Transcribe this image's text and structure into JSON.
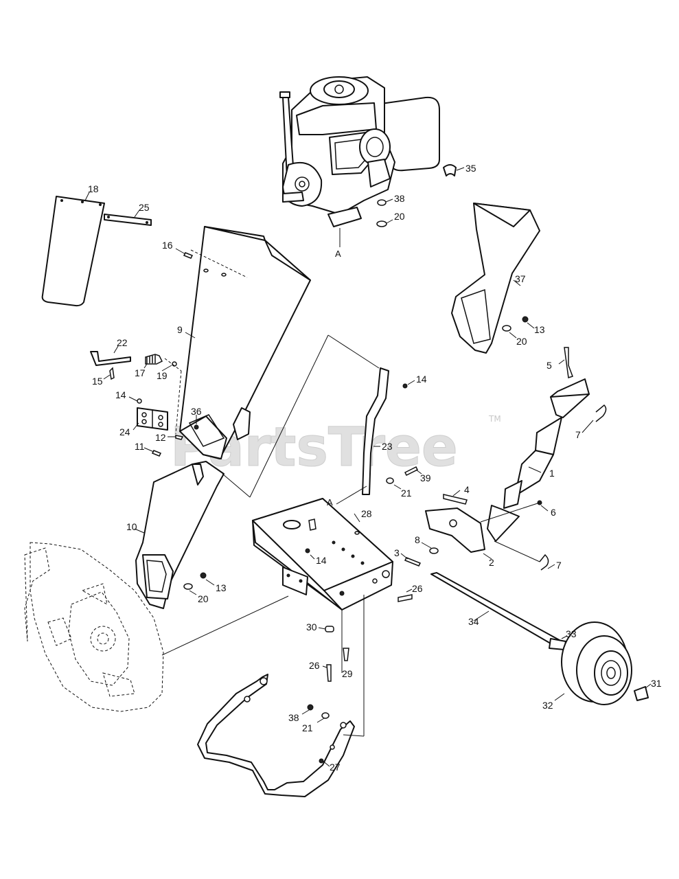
{
  "watermark": {
    "text": "PartsTree",
    "mark": "TM"
  },
  "callouts": [
    {
      "id": "c18",
      "text": "18"
    },
    {
      "id": "c25",
      "text": "25"
    },
    {
      "id": "c16",
      "text": "16"
    },
    {
      "id": "c9",
      "text": "9"
    },
    {
      "id": "c22",
      "text": "22"
    },
    {
      "id": "c15",
      "text": "15"
    },
    {
      "id": "c17",
      "text": "17"
    },
    {
      "id": "c19",
      "text": "19"
    },
    {
      "id": "c14a",
      "text": "14"
    },
    {
      "id": "c24",
      "text": "24"
    },
    {
      "id": "c36",
      "text": "36"
    },
    {
      "id": "c12",
      "text": "12"
    },
    {
      "id": "c11",
      "text": "11"
    },
    {
      "id": "c10",
      "text": "10"
    },
    {
      "id": "c13a",
      "text": "13"
    },
    {
      "id": "c20a",
      "text": "20"
    },
    {
      "id": "cA1",
      "text": "A"
    },
    {
      "id": "c38a",
      "text": "38"
    },
    {
      "id": "c20b",
      "text": "20"
    },
    {
      "id": "c35",
      "text": "35"
    },
    {
      "id": "c37",
      "text": "37"
    },
    {
      "id": "c13b",
      "text": "13"
    },
    {
      "id": "c20c",
      "text": "20"
    },
    {
      "id": "c5",
      "text": "5"
    },
    {
      "id": "c7a",
      "text": "7"
    },
    {
      "id": "c1",
      "text": "1"
    },
    {
      "id": "c14b",
      "text": "14"
    },
    {
      "id": "c23",
      "text": "23"
    },
    {
      "id": "c39",
      "text": "39"
    },
    {
      "id": "c21a",
      "text": "21"
    },
    {
      "id": "cA2",
      "text": "A"
    },
    {
      "id": "c4",
      "text": "4"
    },
    {
      "id": "c6",
      "text": "6"
    },
    {
      "id": "c28",
      "text": "28"
    },
    {
      "id": "c8",
      "text": "8"
    },
    {
      "id": "c3",
      "text": "3"
    },
    {
      "id": "c2",
      "text": "2"
    },
    {
      "id": "c7b",
      "text": "7"
    },
    {
      "id": "c14c",
      "text": "14"
    },
    {
      "id": "c26a",
      "text": "26"
    },
    {
      "id": "c34",
      "text": "34"
    },
    {
      "id": "c33",
      "text": "33"
    },
    {
      "id": "c30",
      "text": "30"
    },
    {
      "id": "c26b",
      "text": "26"
    },
    {
      "id": "c29",
      "text": "29"
    },
    {
      "id": "c31",
      "text": "31"
    },
    {
      "id": "c32",
      "text": "32"
    },
    {
      "id": "c38b",
      "text": "38"
    },
    {
      "id": "c21b",
      "text": "21"
    },
    {
      "id": "c27",
      "text": "27"
    }
  ]
}
